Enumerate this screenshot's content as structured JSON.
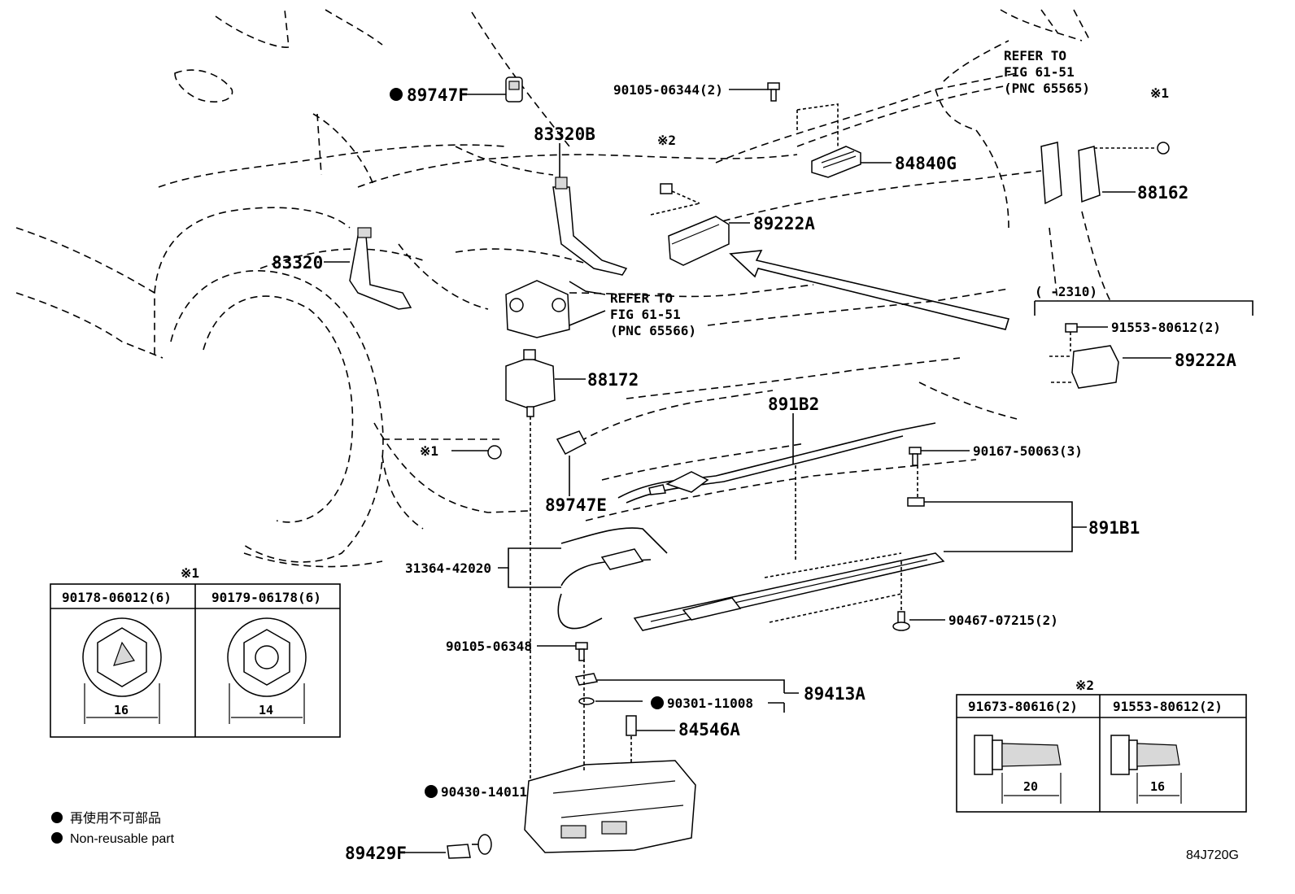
{
  "diagram": {
    "callouts": {
      "p89747F": "89747F",
      "p83320B": "83320B",
      "p90105_06344": "90105-06344(2)",
      "note2_top": "※2",
      "p84840G": "84840G",
      "p89222A_top": "89222A",
      "p83320": "83320",
      "refer_left_1": "REFER TO",
      "refer_left_2": "FIG 61-51",
      "refer_left_3": "(PNC 65566)",
      "p88172": "88172",
      "note1_left": "※1",
      "p89747E": "89747E",
      "p891B2": "891B2",
      "p90167_50063": "90167-50063(3)",
      "p891B1": "891B1",
      "p31364_42020": "31364-42020",
      "p90467_07215": "90467-07215(2)",
      "p90105_06348": "90105-06348",
      "p89413A": "89413A",
      "p90301_11008": "90301-11008",
      "p84546A": "84546A",
      "p90430_14011": "90430-14011",
      "p89429F": "89429F",
      "refer_right_1": "REFER TO",
      "refer_right_2": "FIG 61-51",
      "refer_right_3": "(PNC 65565)",
      "note1_right": "※1",
      "p88162": "88162",
      "range_2310": "(      -2310)",
      "p91553_80612": "91553-80612(2)",
      "p89222A_right": "89222A"
    },
    "table1": {
      "title": "※1",
      "col1": "90178-06012(6)",
      "col2": "90179-06178(6)",
      "dim1": "16",
      "dim2": "14"
    },
    "table2": {
      "title": "※2",
      "col1": "91673-80616(2)",
      "col2": "91553-80612(2)",
      "dim1": "20",
      "dim2": "16"
    },
    "legend": {
      "jp": "再使用不可部品",
      "en": "Non-reusable part"
    },
    "figure_code": "84J720G"
  }
}
